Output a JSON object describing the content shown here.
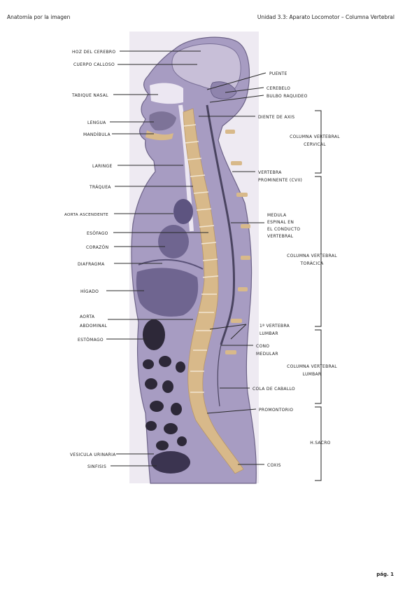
{
  "header": {
    "left": "Anatomía por la imagen",
    "right": "Unidad 3.3: Aparato Locomotor – Columna Vertebral"
  },
  "footer": {
    "page": "pág. 1"
  },
  "labels_left": {
    "hoz": "HOZ DEL CEREBRO",
    "cuerpo": "CUERPO CALLOSO",
    "tabique": "TABIQUE NASAL",
    "lengua": "LENGUA",
    "mandibula": "MANDÍBULA",
    "laringe": "LARINGE",
    "traquea": "TRÁQUEA",
    "aorta_asc": "AORTA ASCENDENTE",
    "esofago": "ESÓFAGO",
    "corazon": "CORAZÓN",
    "diafragma": "DIAFRAGMA",
    "higado": "HÍGADO",
    "aorta_abd_1": "AORTA",
    "aorta_abd_2": "ABDOMINAL",
    "estomago": "ESTÓMAGO",
    "vesicula": "VESICULA URINARIA",
    "sinfisis": "SINFISIS"
  },
  "labels_right": {
    "puente": "PUENTE",
    "cerebelo": "CEREBELO",
    "bulbo": "BULBO RAQUIDEO",
    "diente": "DIENTE DE AXIS",
    "vertebra_1": "VERTEBRA",
    "vertebra_2": "PROMINENTE (CVII)",
    "medula_1": "MEDULA",
    "medula_2": "ESPINAL EN",
    "medula_3": "EL CONDUCTO",
    "medula_4": "VERTEBRAL",
    "lumbar_1": "1ª VERTEBRA",
    "lumbar_2": "LUMBAR",
    "cono_1": "CONO",
    "cono_2": "MEDULAR",
    "cola": "COLA DE CABALLO",
    "promontorio": "PROMONTORIO",
    "coxis": "COXIS"
  },
  "regions": {
    "cervical_1": "COLUMNA VERTEBRAL",
    "cervical_2": "CERVICAL",
    "toracica_1": "COLUMNA VERTEBRAL",
    "toracica_2": "TORÁCICA",
    "lumbar_1": "COLUMNA VERTEBRAL",
    "lumbar_2": "LUMBAR",
    "sacro": "H.SACRO"
  },
  "colors": {
    "tissue": "#a79cc2",
    "tissue_dark": "#8a7fa8",
    "organ": "#6f6590",
    "cavity": "#2d2838",
    "bone": "#d8b98a",
    "disc": "#f2e6d2",
    "cord": "#4a4460"
  }
}
